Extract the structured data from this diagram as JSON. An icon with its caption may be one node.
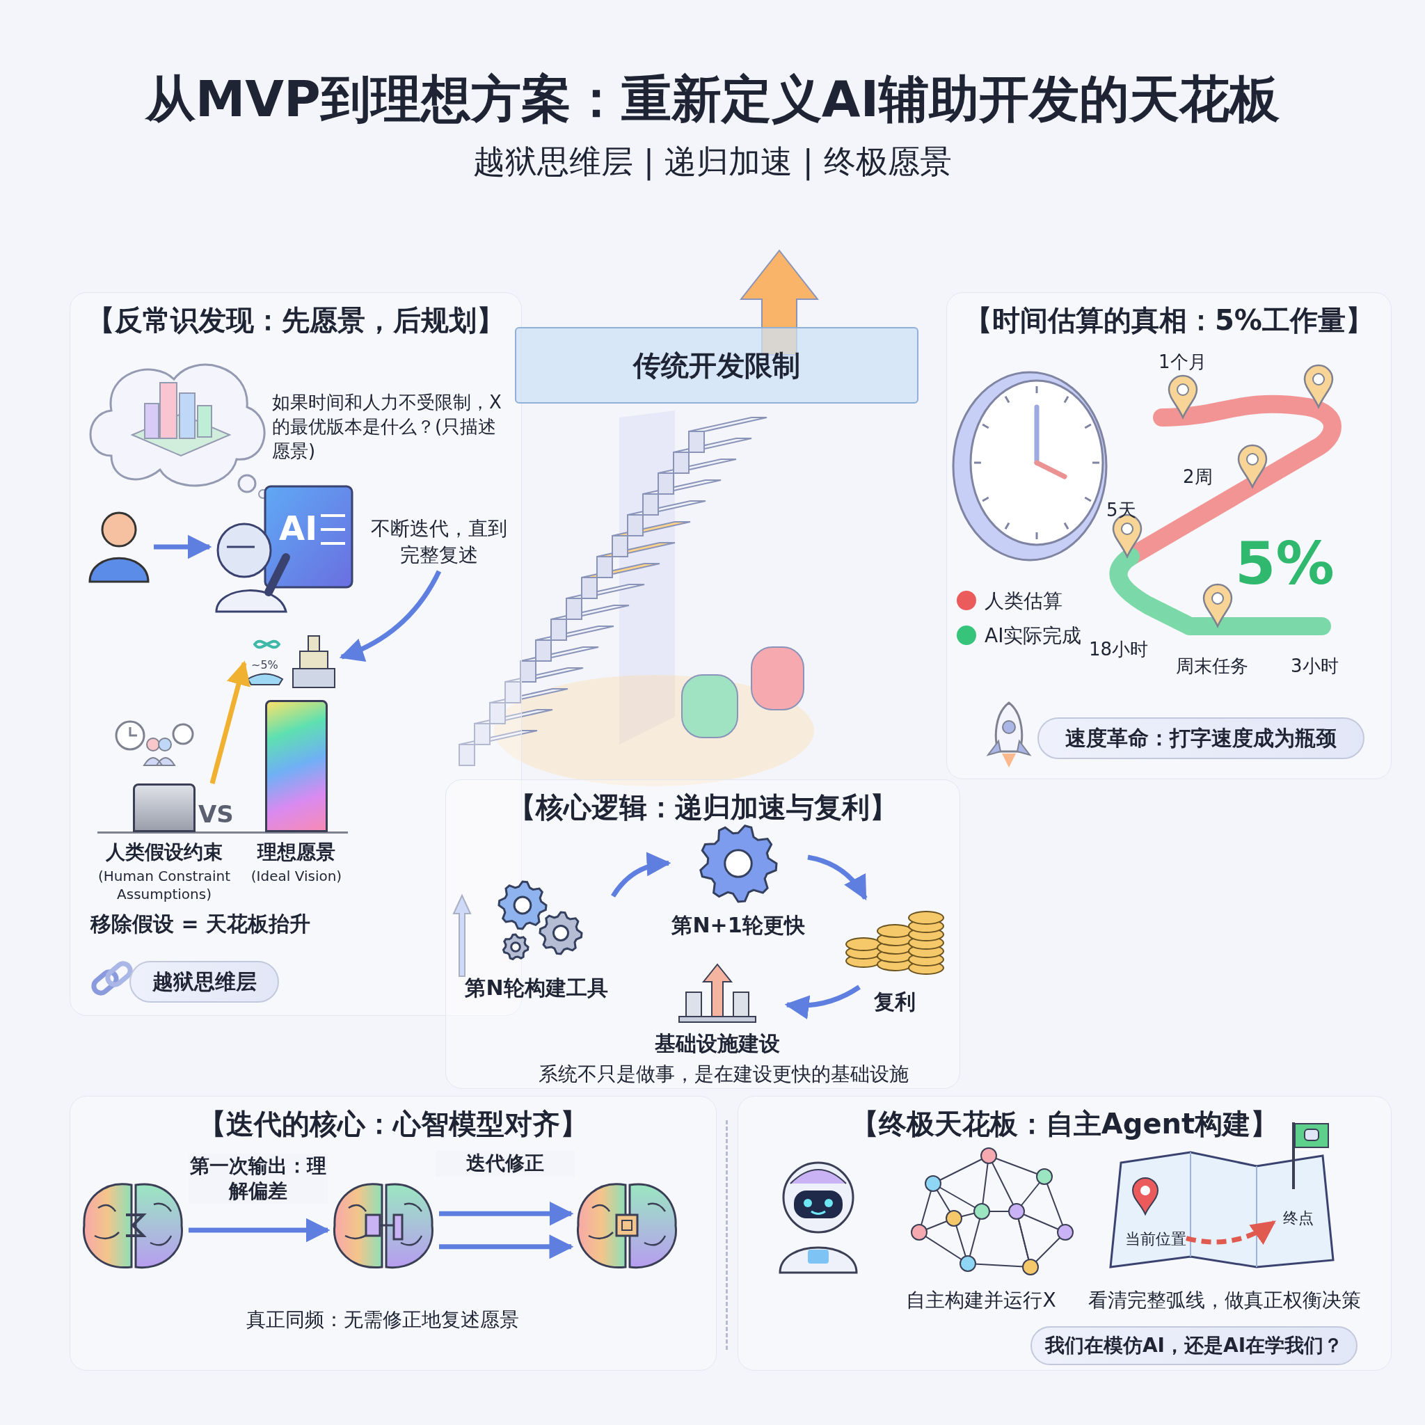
{
  "diagram": {
    "title": "从MVP到理想方案：重新定义AI辅助开发的天花板",
    "nodes": [
      {
        "text": [
          "【反常识发现：先愿景，后规划】"
        ]
      },
      {
        "text": [
          "如果时间和人力不受限制，X的最优版本是什么？(只描述愿景)"
        ],
        "in": 0
      },
      {
        "text": [],
        "shape": "person",
        "in": 0
      },
      {
        "text": [
          "AI"
        ],
        "in": 0
      },
      {
        "text": [
          "不断迭代，直到完整复述"
        ],
        "in": 0
      },
      {
        "text": [
          "~5%"
        ],
        "in": 0
      },
      {
        "text": [
          "人类假设约束",
          "(Human Constraint Assumptions)"
        ],
        "in": 0
      },
      {
        "text": [
          "理想愿景",
          "(Ideal Vision)"
        ],
        "in": 0
      },
      {
        "text": [
          "越狱思维层"
        ],
        "in": 0
      },
      {
        "text": [
          "传统开发限制"
        ]
      },
      {
        "text": [
          "【时间估算的真相：5%工作量】"
        ]
      },
      {
        "text": [
          "速度革命：打字速度成为瓶颈"
        ],
        "in": 10
      },
      {
        "text": [
          "【核心逻辑：递归加速与复利】"
        ]
      },
      {
        "text": [
          "第N轮构建工具"
        ],
        "in": 12
      },
      {
        "text": [
          "第N+1轮更快"
        ],
        "in": 12
      },
      {
        "text": [
          "复利"
        ],
        "in": 12
      },
      {
        "text": [
          "基础设施建设"
        ],
        "in": 12,
        "beside": [
          "系统不只是做事，是在建设更快的基础设施"
        ]
      },
      {
        "text": [
          "【迭代的核心：心智模型对齐】"
        ]
      },
      {
        "text": [],
        "shape": "picture",
        "in": 17
      },
      {
        "text": [],
        "shape": "picture",
        "in": 17
      },
      {
        "text": [],
        "shape": "picture",
        "in": 17
      },
      {
        "text": [
          "【终极天花板：自主Agent构建】"
        ]
      },
      {
        "text": [],
        "shape": "picture",
        "in": 21
      },
      {
        "text": [],
        "shape": "picture",
        "in": 21,
        "beside": [
          "自主构建并运行X"
        ]
      },
      {
        "text": [],
        "shape": "picture",
        "in": 21,
        "beside": [
          "看清完整弧线，做真正权衡决策"
        ]
      },
      {
        "text": [
          "当前位置"
        ],
        "in": 24
      },
      {
        "text": [
          "终点"
        ],
        "in": 24
      },
      {
        "text": [
          "我们在模仿AI，还是AI在学我们？"
        ],
        "in": 21
      }
    ],
    "edges": [
      {
        "from": 2,
        "to": 3,
        "arrow": "to"
      },
      {
        "from": 4,
        "to": 5,
        "arrow": "to"
      },
      {
        "from": 6,
        "to": 5,
        "arrow": "to",
        "color": "#f0b030"
      },
      {
        "from": 13,
        "to": 14,
        "arrow": "to"
      },
      {
        "from": 14,
        "to": 15,
        "arrow": "to"
      },
      {
        "from": 15,
        "to": 16,
        "arrow": "to"
      },
      {
        "from": 18,
        "to": 19,
        "arrow": "to",
        "label": "第一次输出：理解偏差"
      },
      {
        "from": 19,
        "to": 20,
        "arrow": "to",
        "label": "迭代修正"
      },
      {
        "from": 19,
        "to": 20,
        "arrow": "to"
      },
      {
        "from": 25,
        "to": 26,
        "arrow": "to",
        "color": "#e05a4f",
        "style": "dashed"
      }
    ],
    "labels": [
      "越狱思维层 | 递归加速 | 终极愿景",
      "VS",
      "移除假设 = 天花板抬升",
      "1个月",
      "2周",
      "5天",
      "5%",
      "18小时",
      "周末任务",
      "3小时",
      "真正同频：无需修正地复述愿景"
    ],
    "legend": [
      {
        "text": "人类估算",
        "color": "#ec5b5b"
      },
      {
        "text": "AI实际完成",
        "color": "#35c47a"
      }
    ]
  }
}
